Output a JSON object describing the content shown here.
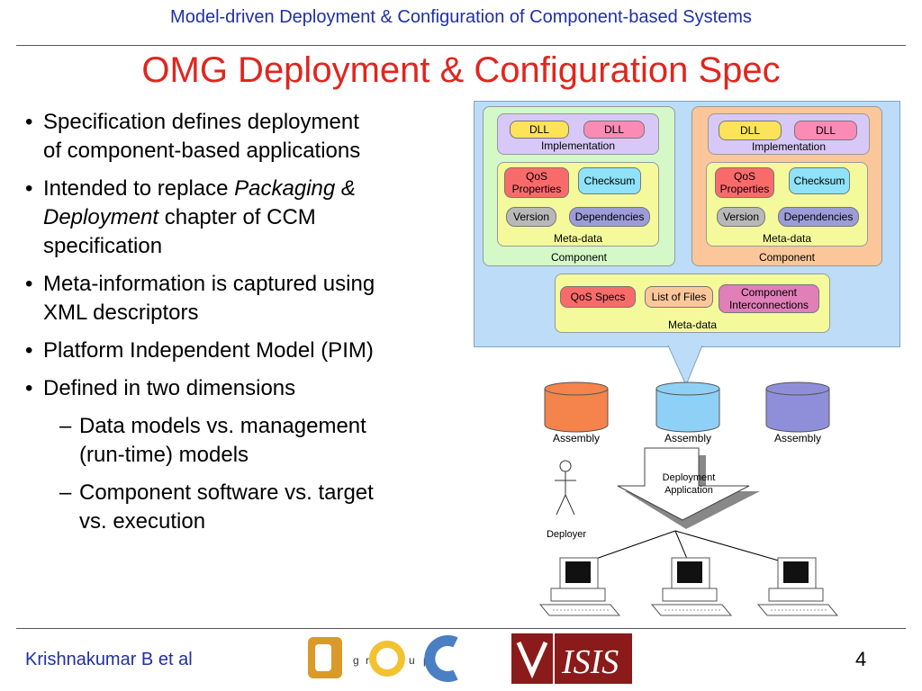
{
  "header": {
    "title": "Model-driven Deployment & Configuration of Component-based Systems"
  },
  "slide": {
    "title": "OMG Deployment & Configuration Spec"
  },
  "bullets": {
    "b1_l1": "Specification defines deployment",
    "b1_l2": "of component-based applications",
    "b2_a": "Intended to replace ",
    "b2_b": "Packaging &",
    "b2_c": "Deployment",
    "b2_d": " chapter of CCM",
    "b2_e": "specification",
    "b3_l1": "Meta-information is captured using",
    "b3_l2": "XML descriptors",
    "b4": "Platform Independent Model (PIM)",
    "b5": "Defined in two dimensions",
    "s1_l1": "Data models vs. management",
    "s1_l2": "(run-time) models",
    "s2_l1": "Component software vs. target",
    "s2_l2": "vs. execution"
  },
  "diagram": {
    "dll": "DLL",
    "implementation": "Implementation",
    "qos1": "QoS",
    "qos2": "Properties",
    "checksum": "Checksum",
    "version": "Version",
    "dependencies": "Dependencies",
    "metadata": "Meta-data",
    "component": "Component",
    "qos_specs": "QoS Specs",
    "list_of_files": "List of Files",
    "ci1": "Component",
    "ci2": "Interconnections",
    "assembly": "Assembly",
    "deploy1": "Deployment",
    "deploy2": "Application",
    "deployer": "Deployer"
  },
  "footer": {
    "author": "Krishnakumar B et al",
    "page": "4",
    "logo1_letters": [
      "D",
      "g",
      "r",
      "o",
      "u",
      "p",
      "C"
    ],
    "logo2_text": "ISIS"
  },
  "colors": {
    "header_blue": "#1f2fa8",
    "title_red": "#e0261e",
    "panel_blue": "#bcdcf8",
    "green_component": "#d4f8c8",
    "orange_component": "#fbc79a",
    "lavender": "#d8c8f8",
    "yellow_meta": "#f4fa9c",
    "dll_yellow": "#fce35a",
    "dll_pink": "#f98bb5",
    "qos_red": "#f96b6b",
    "checksum_cyan": "#8fe2f8",
    "gray_pill": "#b8b8b8",
    "dep_purple": "#9c9cd9",
    "assembly_orange": "#f4834c",
    "assembly_blue": "#8fd0f7",
    "assembly_purple": "#8f8fd9"
  }
}
